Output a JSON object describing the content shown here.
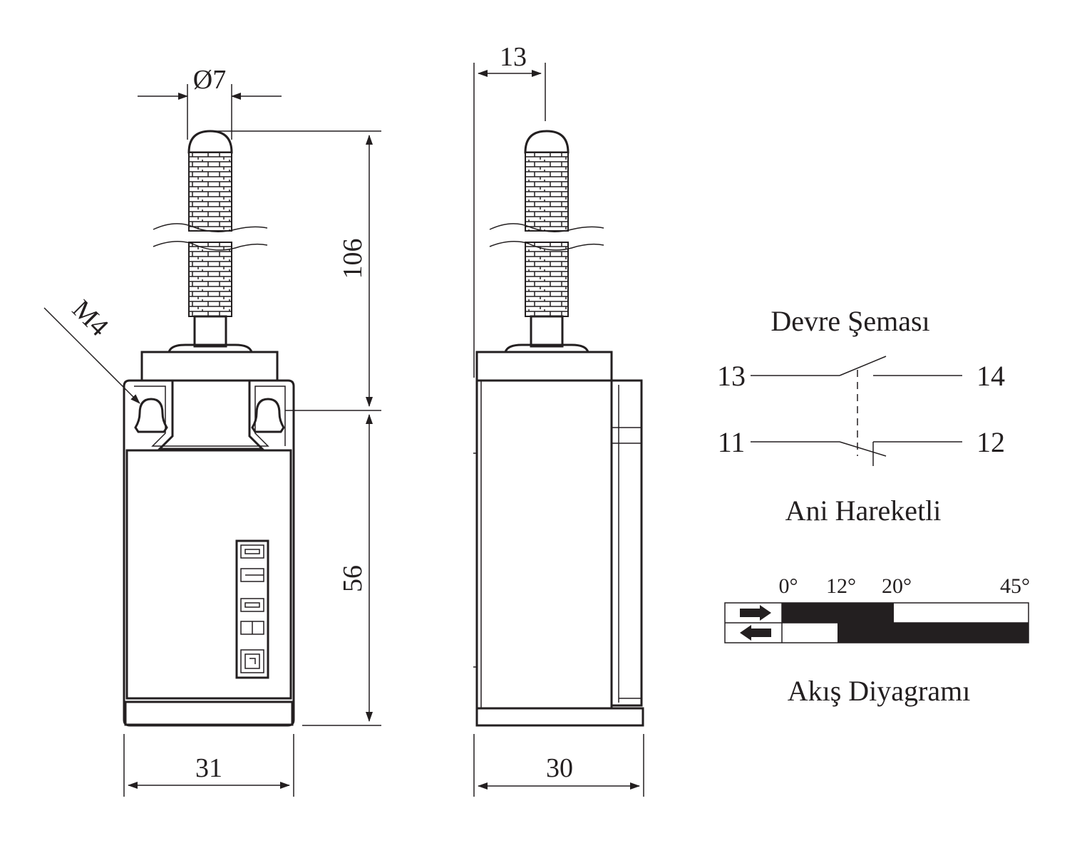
{
  "dimensions": {
    "shaft_diameter": "Ø7",
    "thread": "M4",
    "total_height": "106",
    "body_height": "56",
    "body_width": "31",
    "body_depth": "30",
    "shaft_offset": "13"
  },
  "circuit": {
    "title": "Devre Şeması",
    "terminal_13": "13",
    "terminal_14": "14",
    "terminal_11": "11",
    "terminal_12": "12",
    "subtitle": "Ani Hareketli"
  },
  "flow": {
    "angle_0": "0°",
    "angle_12": "12°",
    "angle_20": "20°",
    "angle_45": "45°",
    "title": "Akış Diyagramı"
  },
  "colors": {
    "ink": "#231f20",
    "paper": "#ffffff"
  }
}
